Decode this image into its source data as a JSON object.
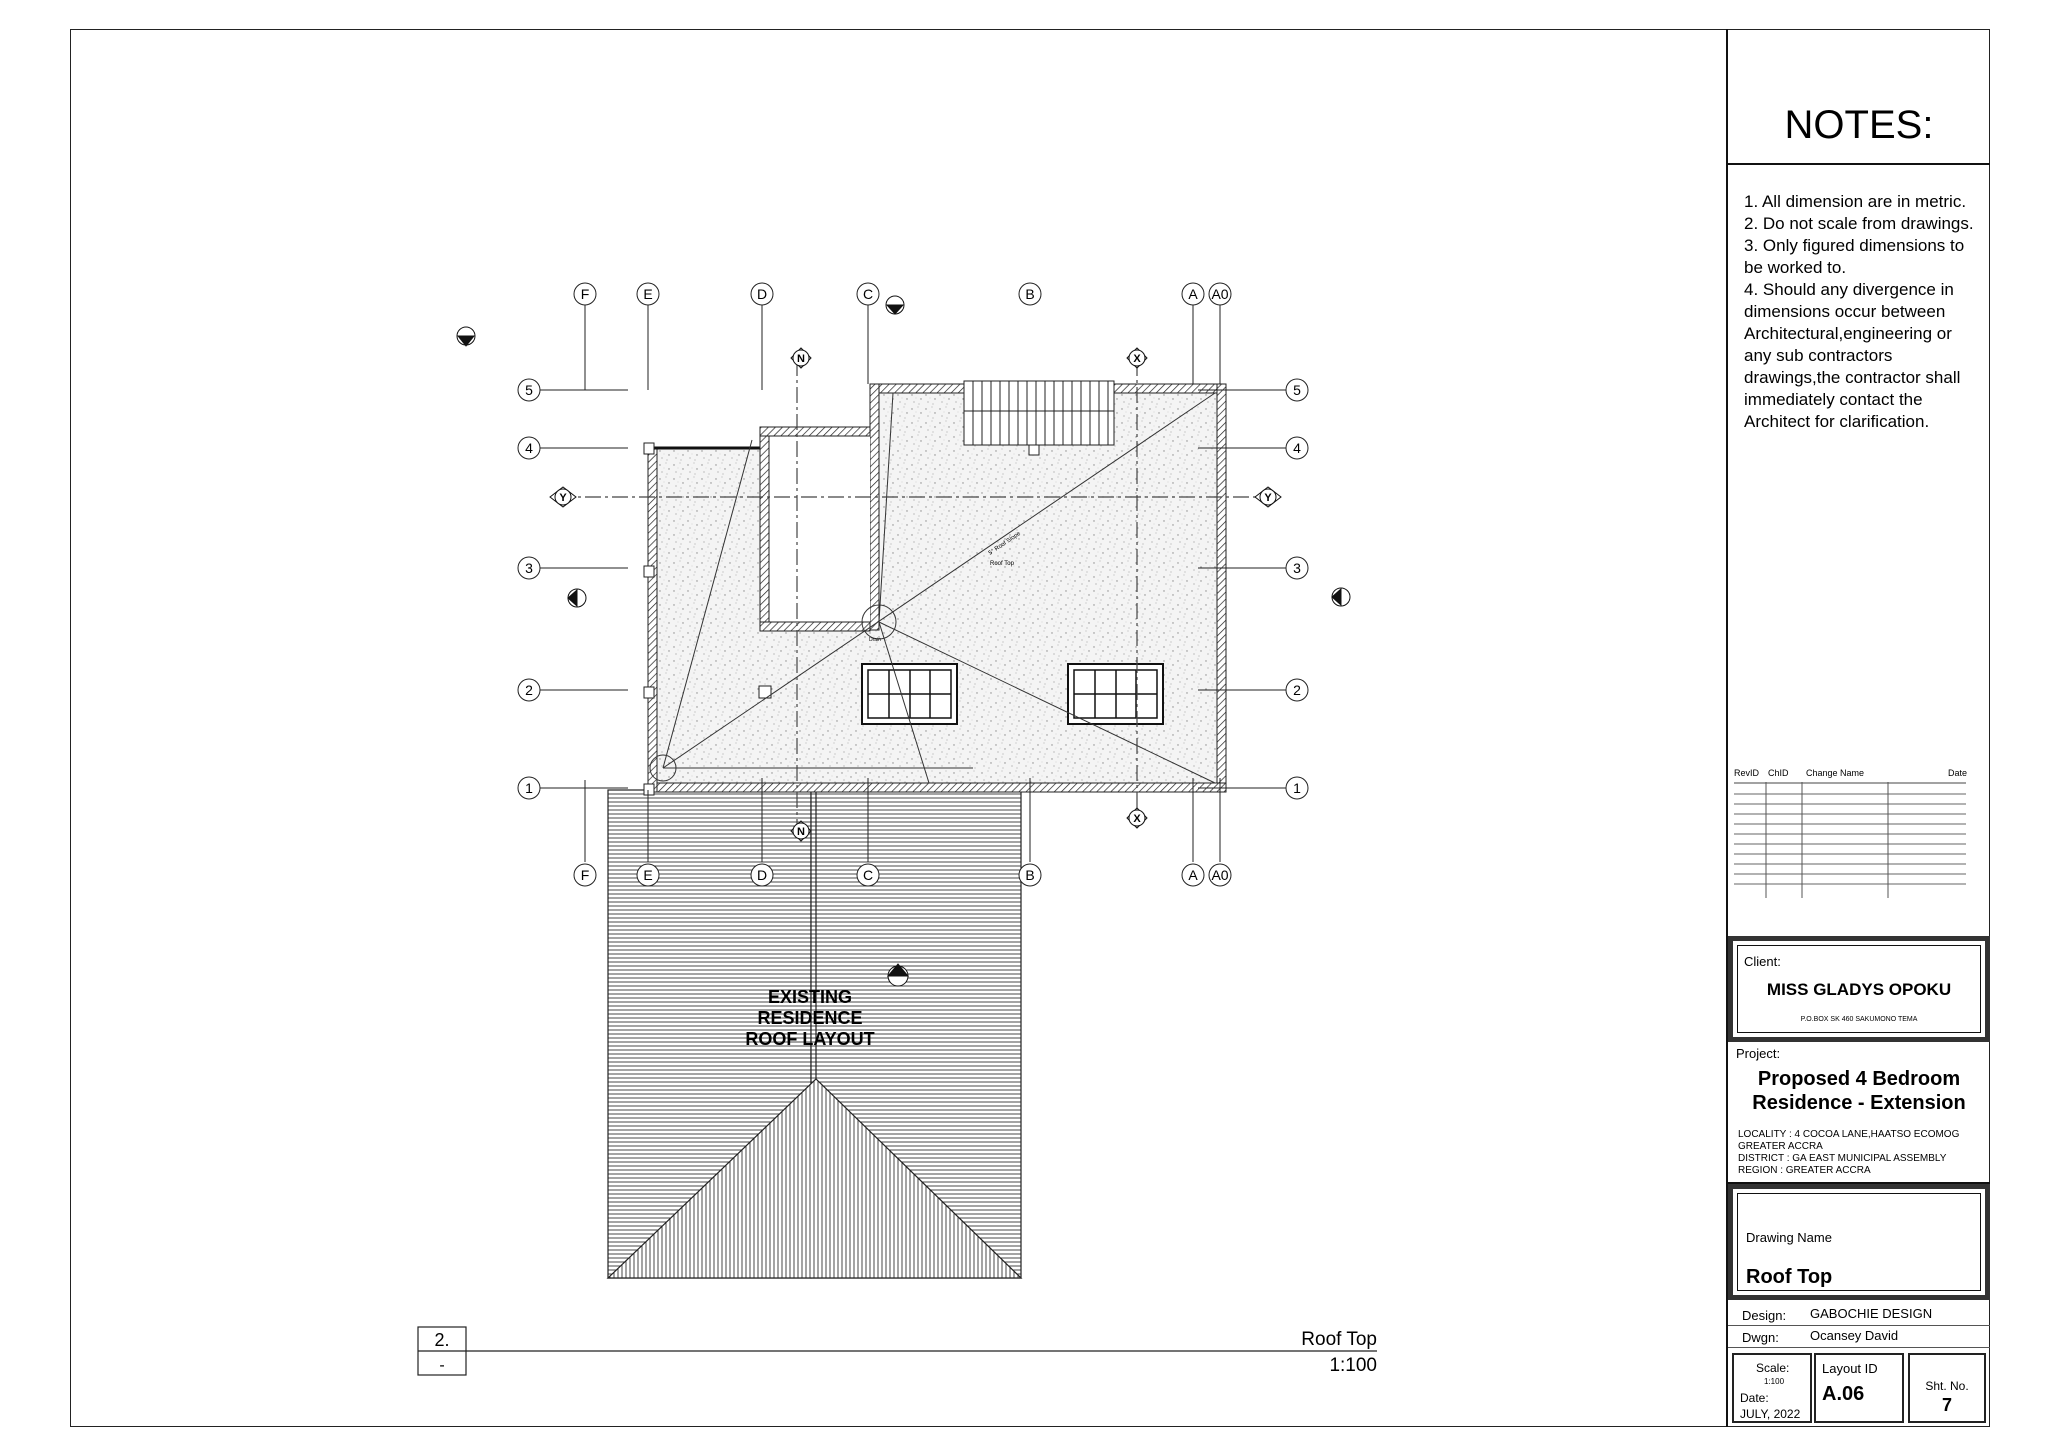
{
  "notes": {
    "title": "NOTES:",
    "items": [
      "1. All dimension are in metric.",
      "2. Do not scale from drawings.",
      "3. Only figured dimensions to be worked to.",
      "4. Should any divergence in dimensions occur between Architectural,engineering or any sub contractors drawings,the contractor shall immediately contact the Architect for clarification."
    ]
  },
  "revision_table": {
    "headers": [
      "RevID",
      "ChID",
      "Change Name",
      "Date"
    ]
  },
  "client": {
    "label": "Client:",
    "name": "MISS GLADYS OPOKU",
    "address": "P.O.BOX SK 460 SAKUMONO TEMA"
  },
  "project": {
    "label": "Project:",
    "title_line1": "Proposed 4 Bedroom",
    "title_line2": "Residence - Extension",
    "locality": "LOCALITY :  4 COCOA LANE,HAATSO ECOMOG",
    "locality2": "GREATER ACCRA",
    "district": "DISTRICT   : GA EAST MUNICIPAL ASSEMBLY",
    "region": "REGION    : GREATER ACCRA"
  },
  "drawing_name": {
    "label": "Drawing Name",
    "value": "Roof Top"
  },
  "design": {
    "label": "Design:",
    "value": "GABOCHIE DESIGN"
  },
  "dwgn": {
    "label": "Dwgn:",
    "value": "Ocansey David"
  },
  "scale": {
    "label": "Scale:",
    "value": "1:100"
  },
  "date": {
    "label": "Date:",
    "value": "JULY, 2022"
  },
  "layout": {
    "label": "Layout ID",
    "value": "A.06"
  },
  "sheet": {
    "label": "Sht. No.",
    "value": "7"
  },
  "view_title": {
    "number": "2.",
    "sub": "-",
    "name": "Roof Top",
    "scale": "1:100"
  },
  "plan": {
    "grid_top": [
      "F",
      "E",
      "D",
      "C",
      "B",
      "A",
      "A0"
    ],
    "grid_bottom": [
      "F",
      "E",
      "D",
      "C",
      "B",
      "A",
      "A0"
    ],
    "grid_rows": [
      "5",
      "4",
      "3",
      "2",
      "1"
    ],
    "section_markers": [
      "N",
      "X",
      "Y"
    ],
    "existing_label_1": "EXISTING",
    "existing_label_2": "RESIDENCE",
    "existing_label_3": "ROOF LAYOUT",
    "roof_label": "Roof Top",
    "slope_label": "5° Roof Slope",
    "drain_label": "Drain"
  }
}
